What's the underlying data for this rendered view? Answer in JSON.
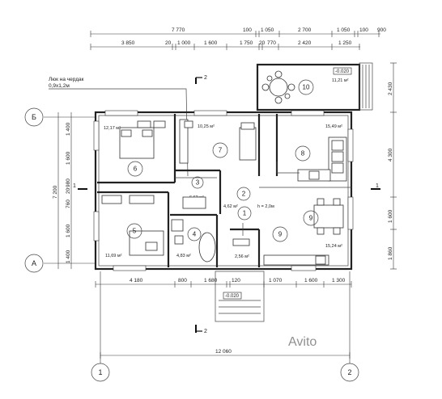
{
  "top_dims_row1": [
    "7 770",
    "100",
    "1 050",
    "2 700",
    "1 050",
    "100",
    "900"
  ],
  "top_dims_row2": [
    "3 850",
    "20",
    "1 000",
    "1 600",
    "1 750",
    "20",
    "770",
    "2 420",
    "1 250"
  ],
  "bottom_dims": [
    "4 180",
    "800",
    "1 680",
    "120",
    "1 070",
    "1 600",
    "1 300"
  ],
  "total_width": "12 060",
  "left_dims": [
    "1 400",
    "1 600",
    "980",
    "20",
    "760",
    "1 600",
    "1 400"
  ],
  "left_total": "7 200",
  "right_dims": [
    "2 430",
    "4 300",
    "1 600",
    "1 860"
  ],
  "axes": {
    "top": "Б",
    "bottom": "А",
    "left": "1",
    "right": "2"
  },
  "section_mark": "2",
  "section_side_mark": "1",
  "hatch_note": {
    "line1": "Люк на чердак",
    "line2": "0,9х1,2м"
  },
  "elevation_terrace": "-0.020",
  "elevation_porch": "-0.020",
  "terrace": {
    "number": "10",
    "area": "11,21 м²"
  },
  "rooms": [
    {
      "id": "6",
      "area": "12,17 м²"
    },
    {
      "id": "7",
      "area": "10,25 м²"
    },
    {
      "id": "8",
      "area": "15,49 м²"
    },
    {
      "id": "3",
      "area": "6,62 м²"
    },
    {
      "id": "2",
      "area": "4,62 м²"
    },
    {
      "id": "1",
      "area": "2,56 м²"
    },
    {
      "id": "5",
      "area": "11,69 м²"
    },
    {
      "id": "4",
      "area": "4,83 м²"
    },
    {
      "id": "9",
      "area": "15,24 м²"
    }
  ],
  "small_label": "h = 2,0м",
  "watermark": "Avito"
}
